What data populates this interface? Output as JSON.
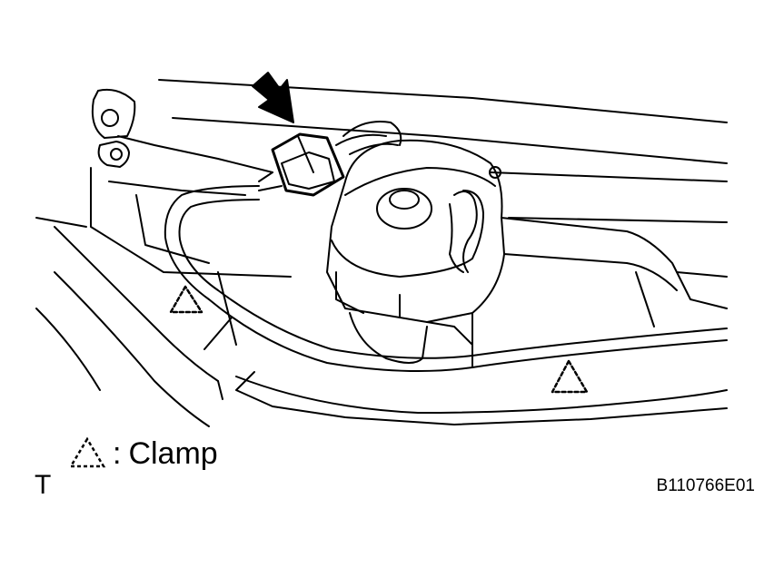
{
  "legend": {
    "symbol": "dashed-triangle-clamp-icon",
    "separator": ":",
    "label": "Clamp"
  },
  "view_letter": "T",
  "figure_code": "B110766E01",
  "colors": {
    "line": "#000000",
    "background": "#ffffff"
  }
}
